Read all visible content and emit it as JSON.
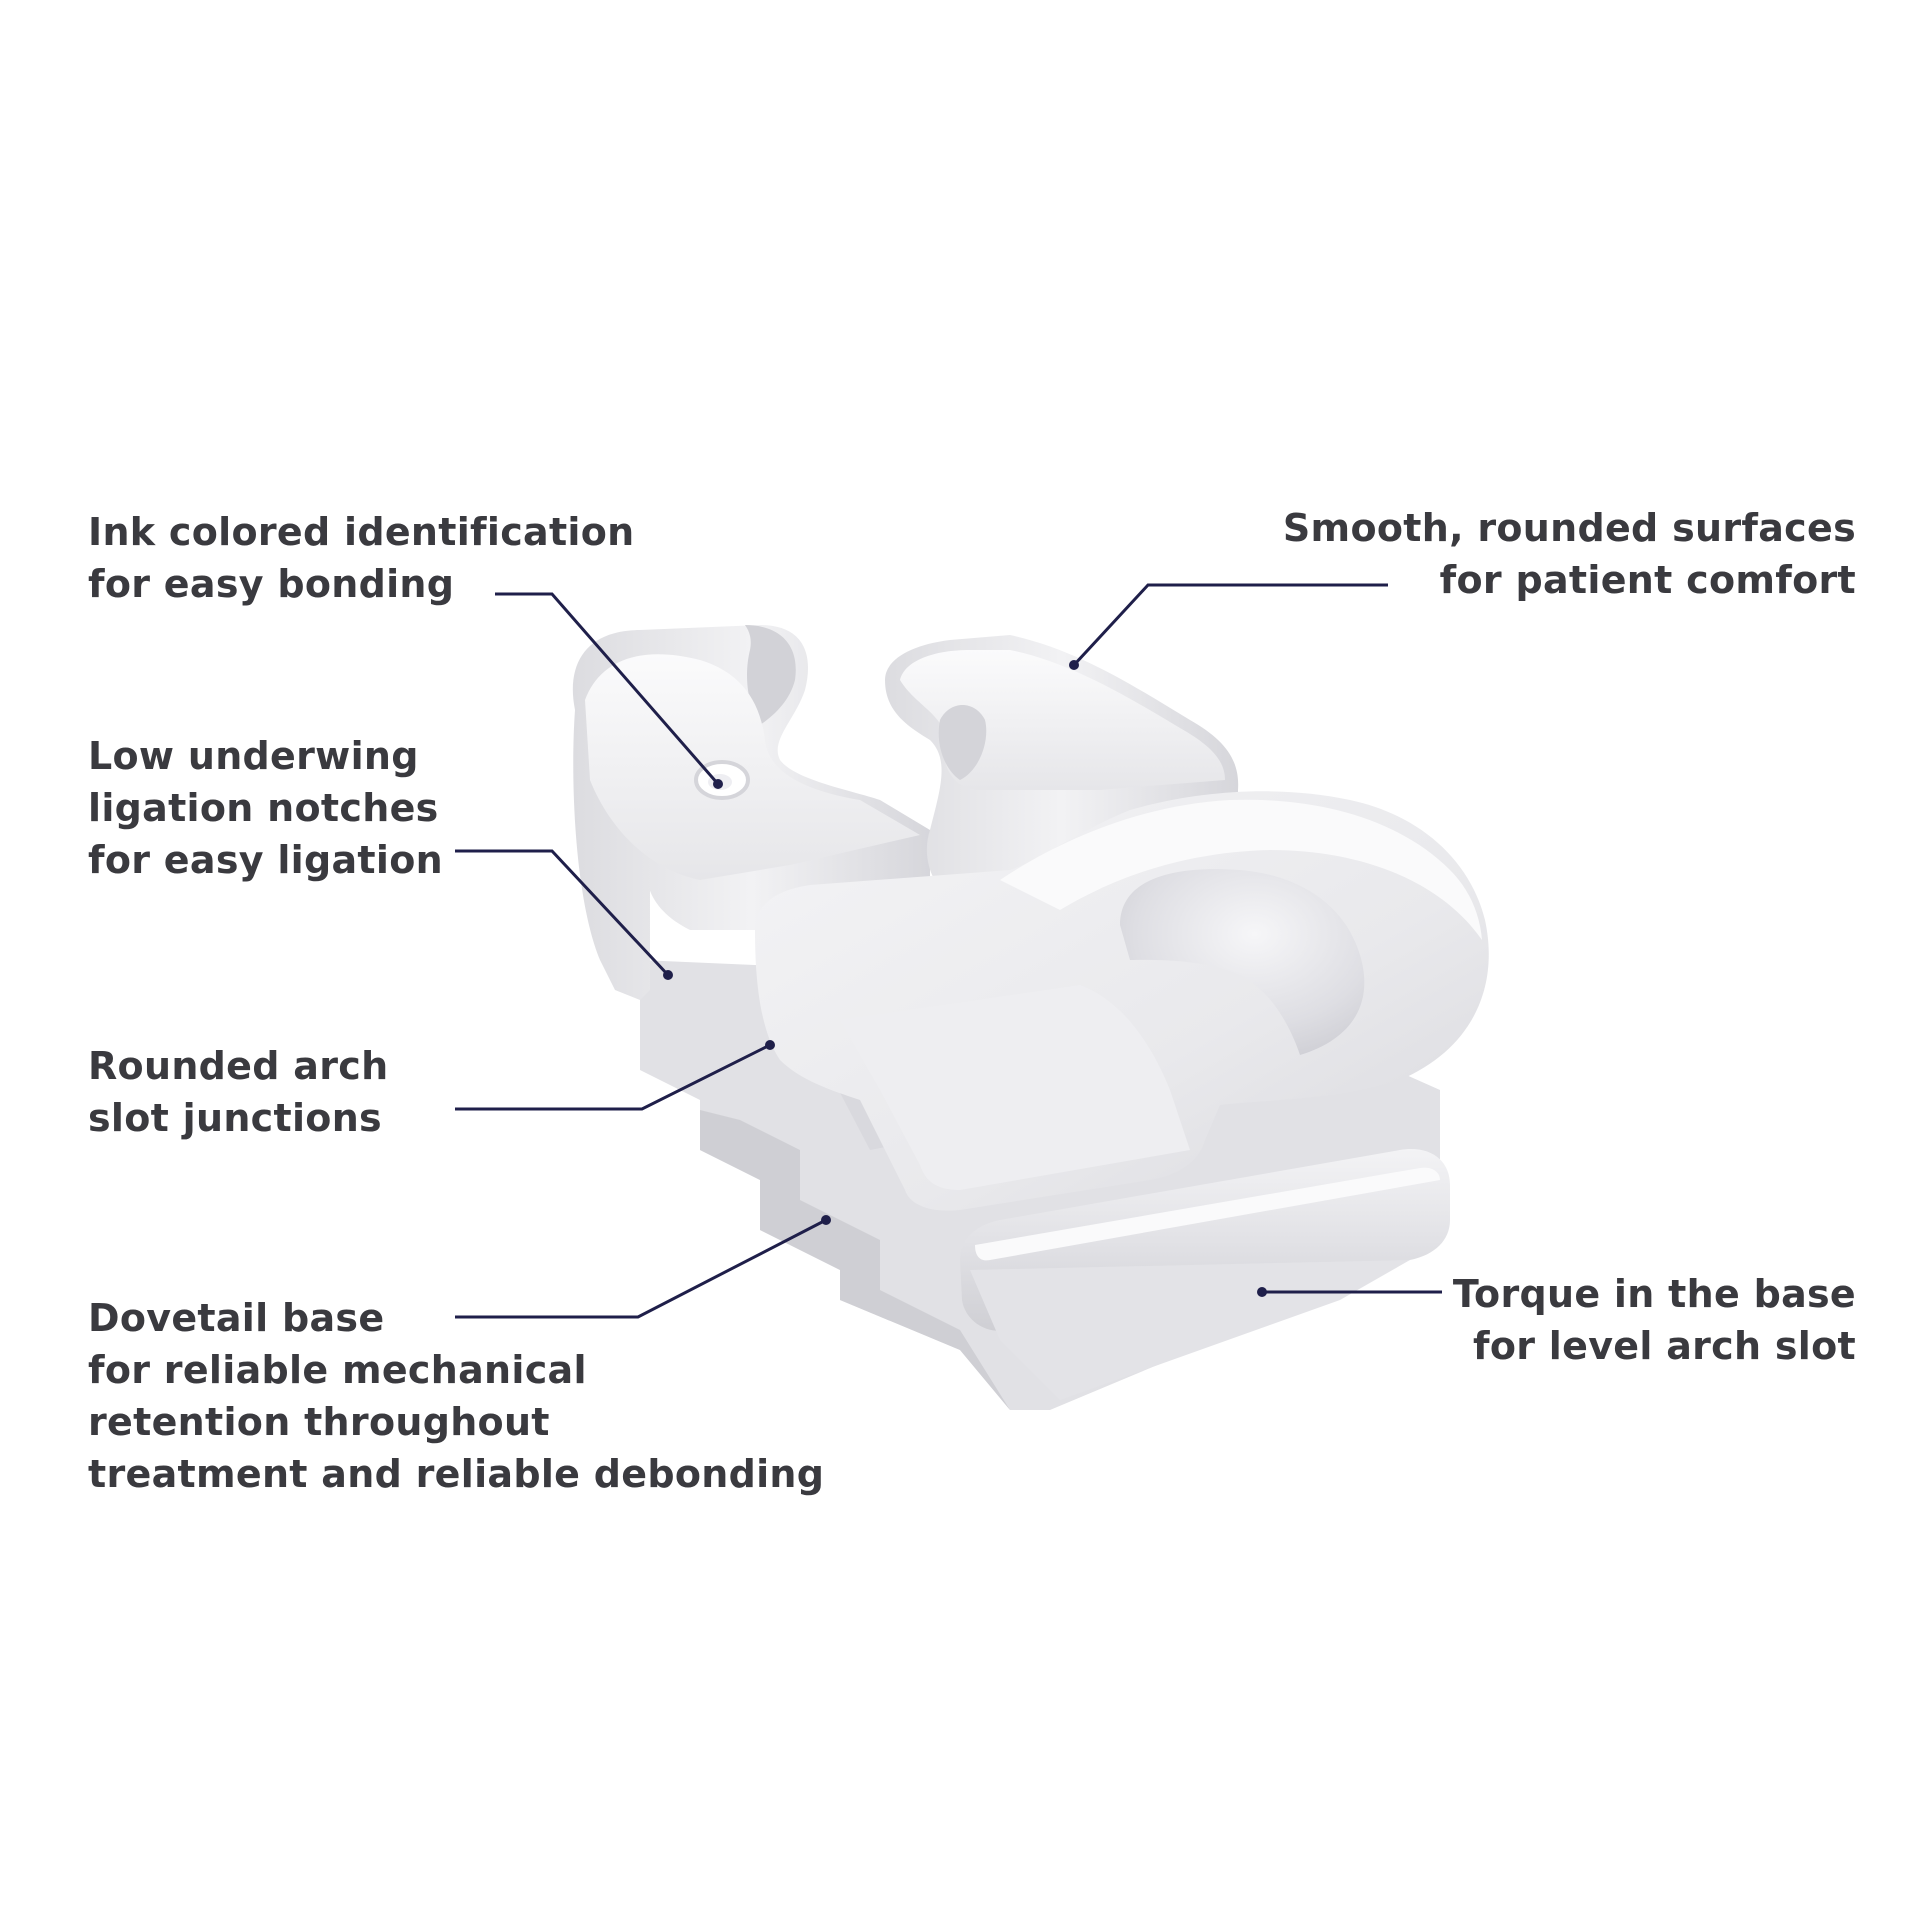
{
  "callouts": {
    "ink": {
      "lines": [
        "Ink colored identification",
        "for easy bonding"
      ]
    },
    "low_underwing": {
      "lines": [
        "Low underwing",
        "ligation notches",
        "for easy ligation"
      ]
    },
    "rounded_arch": {
      "lines": [
        "Rounded arch",
        "slot junctions"
      ]
    },
    "dovetail": {
      "lines": [
        "Dovetail base",
        "for reliable mechanical",
        "retention throughout",
        "treatment and reliable debonding"
      ]
    },
    "smooth": {
      "lines": [
        "Smooth, rounded surfaces",
        "for patient comfort"
      ]
    },
    "torque": {
      "lines": [
        "Torque in the base",
        "for level arch slot"
      ]
    }
  },
  "colors": {
    "text": "#3a3a3f",
    "leader": "#1f1f4a",
    "bracket_light": "#f7f7f8",
    "bracket_mid": "#e4e4e7",
    "bracket_shadow": "#c9c9ce"
  }
}
